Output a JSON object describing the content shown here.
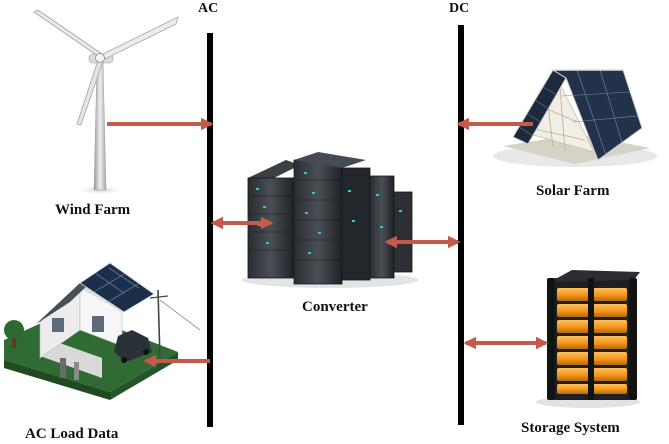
{
  "buses": {
    "ac": {
      "label": "AC"
    },
    "dc": {
      "label": "DC"
    }
  },
  "components": {
    "wind_farm": {
      "label": "Wind Farm"
    },
    "solar_farm": {
      "label": "Solar Farm"
    },
    "converter": {
      "label": "Converter"
    },
    "ac_load": {
      "label": "AC Load Data"
    },
    "storage": {
      "label": "Storage System"
    }
  },
  "colors": {
    "bus": "#000000",
    "arrow": "#c65a4a",
    "label": "#111111",
    "storage_cell": "#f39a1e",
    "solar_panel": "#1c2a3c",
    "server_led": "#39c6c0"
  },
  "icons": {
    "wind_farm": "wind-turbine-icon",
    "solar_farm": "solar-house-icon",
    "converter": "server-rack-icon",
    "ac_load": "smart-home-icon",
    "storage": "battery-stack-icon"
  }
}
